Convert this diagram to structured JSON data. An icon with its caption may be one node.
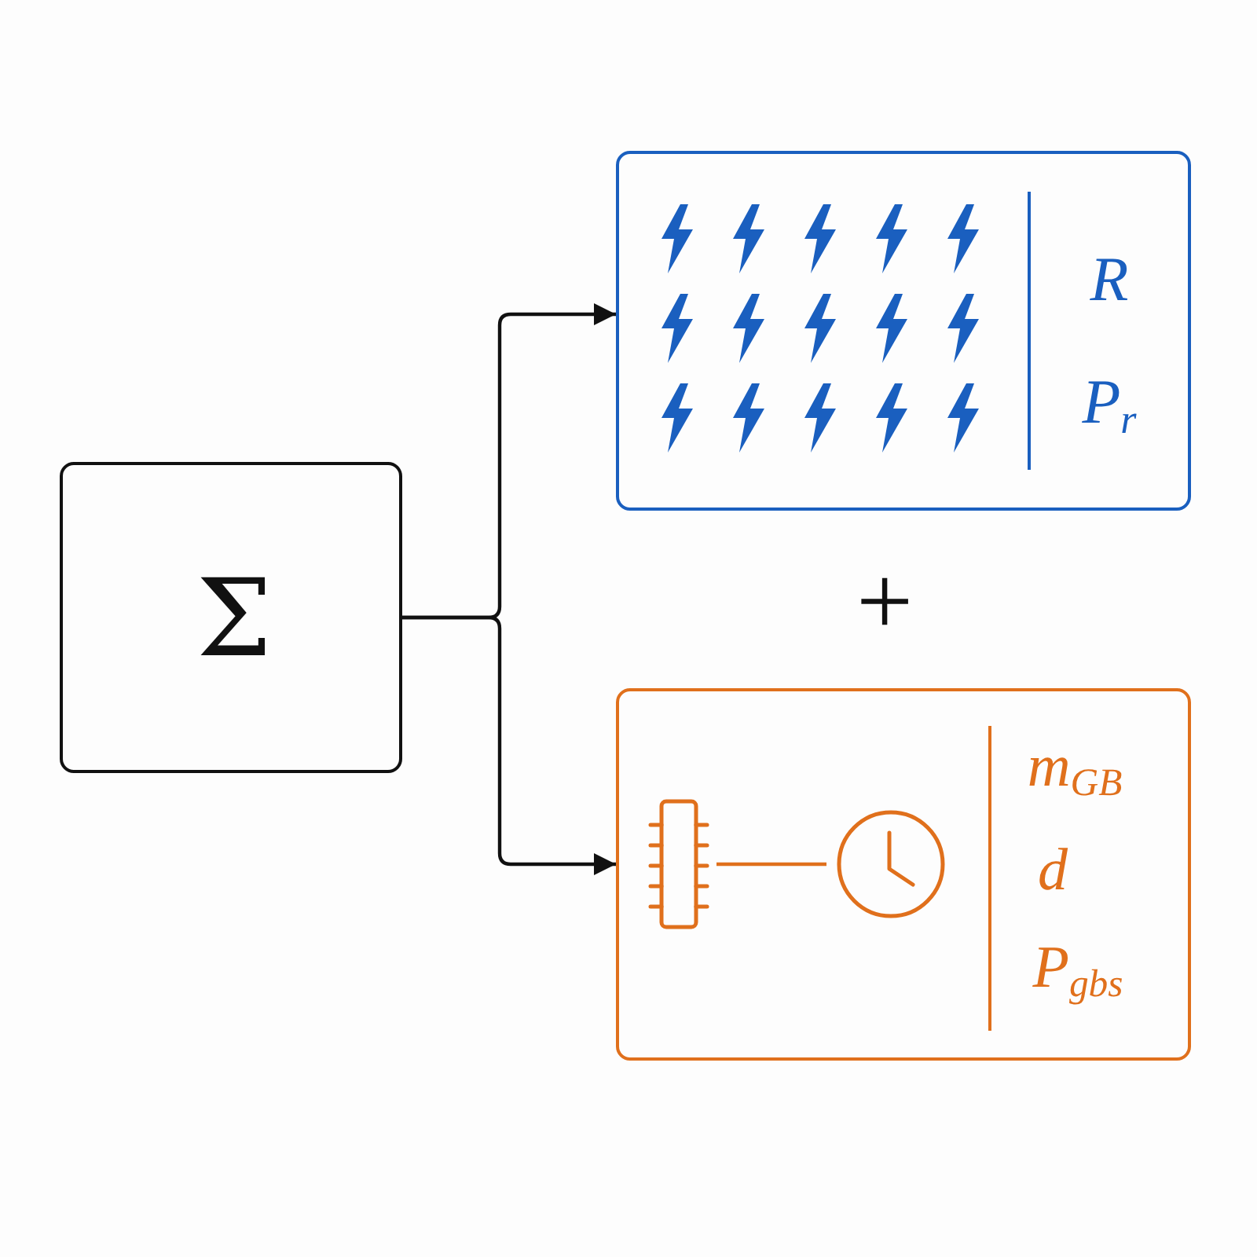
{
  "diagram": {
    "nodes": [
      {
        "text": [
          "Σ"
        ]
      },
      {
        "text": [
          "R",
          "P$_{r}$"
        ]
      },
      {
        "text": [
          "m$_{GB}$",
          "d",
          "P$_{gbs}$"
        ]
      },
      {
        "text": [],
        "shape": "box",
        "in": 2
      },
      {
        "text": [],
        "shape": "circle",
        "in": 2
      }
    ],
    "edges": [
      {
        "from": 0,
        "to": 1,
        "arrow": "to"
      },
      {
        "from": 0,
        "to": 2,
        "arrow": "to"
      },
      {
        "from": 3,
        "to": 4,
        "arrow": "none",
        "color": "#e0701c"
      }
    ],
    "labels": [
      "+"
    ]
  }
}
